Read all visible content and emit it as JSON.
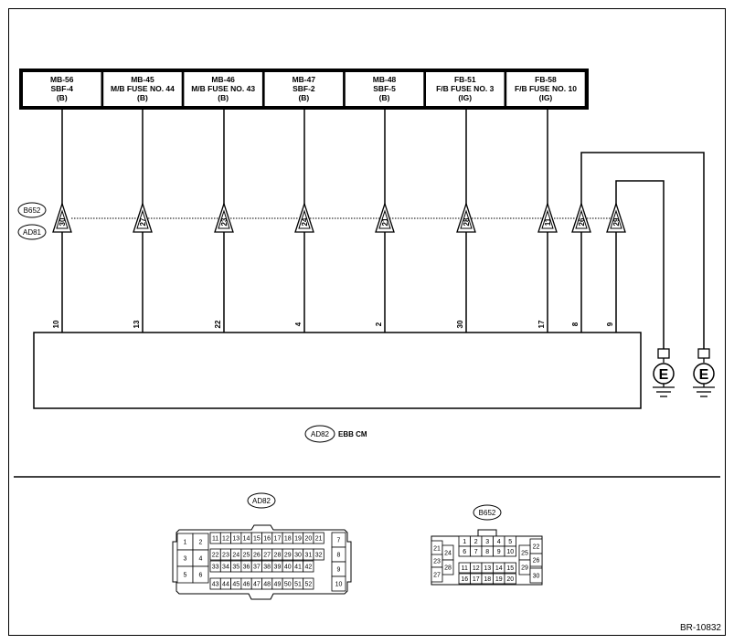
{
  "fuse_blocks": [
    {
      "line1": "MB-56",
      "line2": "SBF-4",
      "line3": "(B)"
    },
    {
      "line1": "MB-45",
      "line2": "M/B FUSE NO. 44",
      "line3": "(B)"
    },
    {
      "line1": "MB-46",
      "line2": "M/B FUSE NO. 43",
      "line3": "(B)"
    },
    {
      "line1": "MB-47",
      "line2": "SBF-2",
      "line3": "(B)"
    },
    {
      "line1": "MB-48",
      "line2": "SBF-5",
      "line3": "(B)"
    },
    {
      "line1": "FB-51",
      "line2": "F/B FUSE NO. 3",
      "line3": "(IG)"
    },
    {
      "line1": "FB-58",
      "line2": "F/B FUSE NO. 10",
      "line3": "(IG)"
    }
  ],
  "connector_labels": {
    "b652": "B652",
    "ad81": "AD81",
    "ad82": "AD82"
  },
  "connector_pins": [
    "30",
    "27",
    "23",
    "24",
    "21",
    "28",
    "11",
    "26",
    "29"
  ],
  "module_pins": [
    "10",
    "13",
    "22",
    "4",
    "2",
    "30",
    "17",
    "8",
    "9"
  ],
  "module_label": "EBB CM",
  "ground_symbol": "E",
  "ad82_face": {
    "left": [
      [
        "1",
        "2"
      ],
      [
        "3",
        "4"
      ],
      [
        "5",
        "6"
      ]
    ],
    "row1": [
      "11",
      "12",
      "13",
      "14",
      "15",
      "16",
      "17",
      "18",
      "19",
      "20",
      "21"
    ],
    "row2": [
      "22",
      "23",
      "24",
      "25",
      "26",
      "27",
      "28",
      "29",
      "30",
      "31",
      "32"
    ],
    "row3": [
      "33",
      "34",
      "35",
      "36",
      "37",
      "38",
      "39",
      "40",
      "41",
      "42"
    ],
    "row4": [
      "43",
      "44",
      "45",
      "46",
      "47",
      "48",
      "49",
      "50",
      "51",
      "52"
    ],
    "right": [
      "7",
      "8",
      "9",
      "10"
    ]
  },
  "b652_face": {
    "left": [
      "21",
      "24",
      "23",
      "28",
      "27"
    ],
    "top": [
      "1",
      "2",
      "3",
      "4",
      "5"
    ],
    "mid": [
      "6",
      "7",
      "8",
      "9",
      "10"
    ],
    "low": [
      "11",
      "12",
      "13",
      "14",
      "15"
    ],
    "bot": [
      "16",
      "17",
      "18",
      "19",
      "20"
    ],
    "right": [
      "22",
      "25",
      "26",
      "29",
      "30"
    ]
  },
  "diagram_code": "BR-10832"
}
